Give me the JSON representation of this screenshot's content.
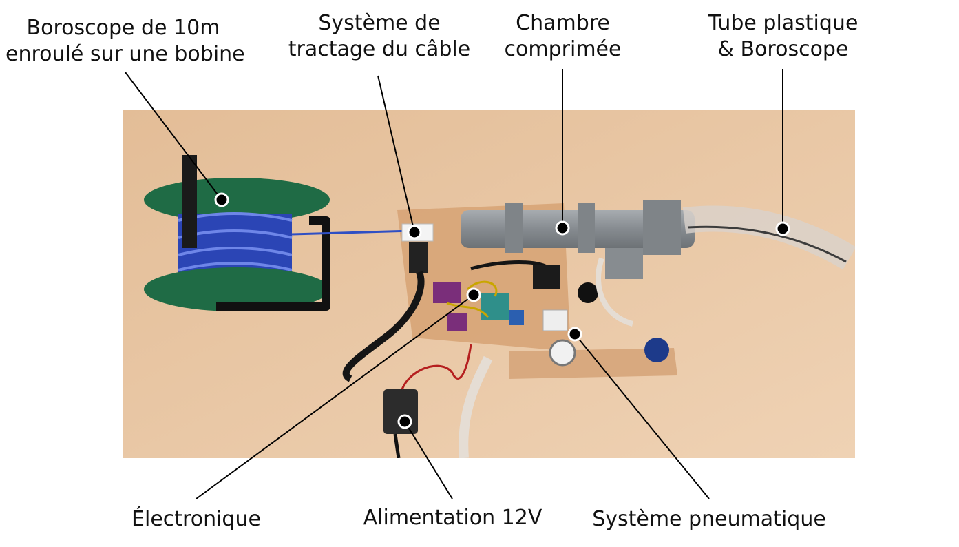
{
  "labels": {
    "boroscope_reel": [
      "Boroscope de 10m",
      "enroulé sur une bobine"
    ],
    "cable_traction": [
      "Système de",
      "tractage du câble"
    ],
    "chamber": [
      "Chambre",
      "comprimée"
    ],
    "tube": [
      "Tube plastique",
      "& Boroscope"
    ],
    "electronics": "Électronique",
    "power_supply": "Alimentation 12V",
    "pneumatic": "Système pneumatique"
  },
  "colors": {
    "background_surface": "#e9c7a4",
    "board": "#d9a77b",
    "reel_green": "#1f6b45",
    "cable_blue": "#2f4fc4",
    "pipe_grey": "#8a8f93",
    "leader_line": "#000000"
  }
}
